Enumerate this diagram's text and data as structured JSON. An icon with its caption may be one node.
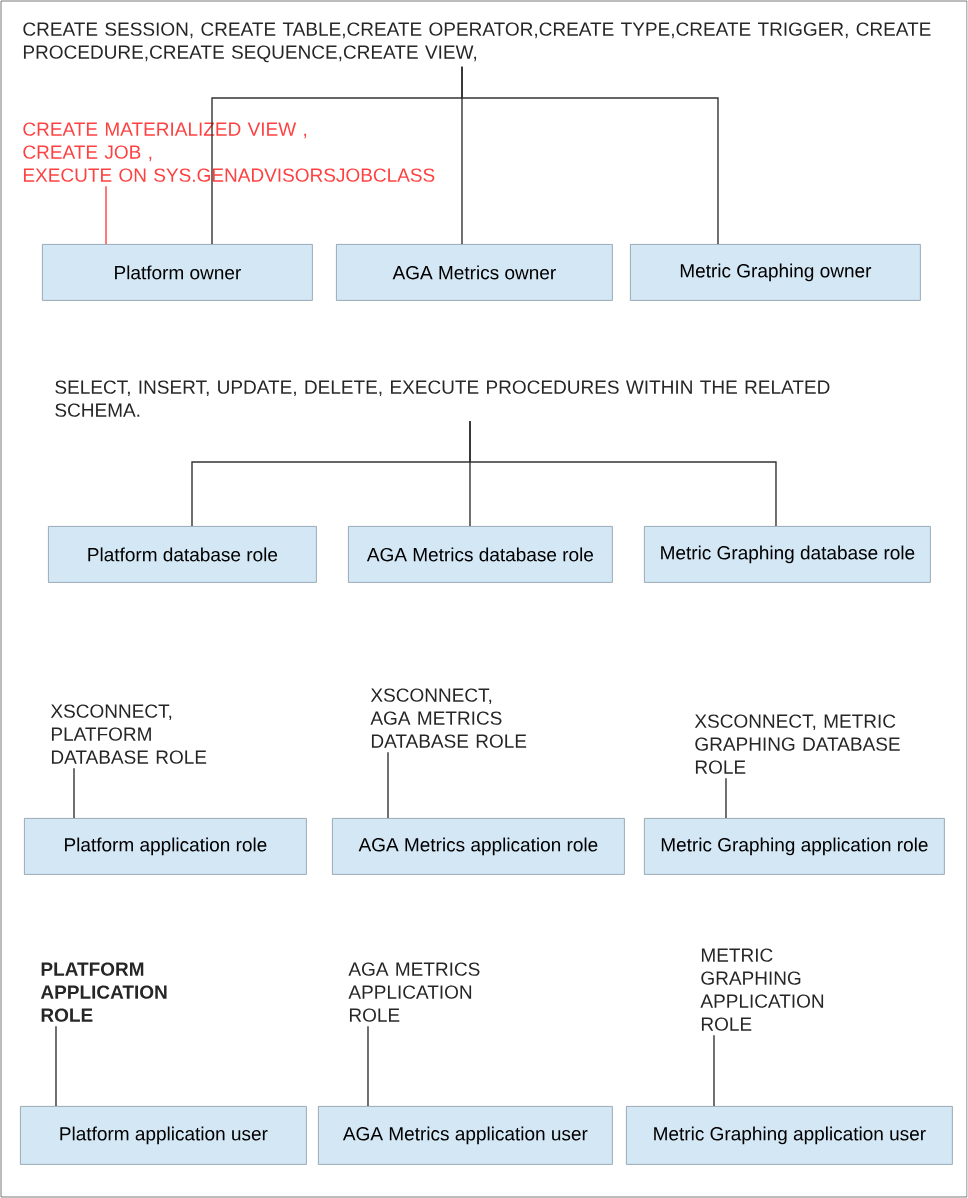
{
  "diagram": {
    "nodes": [
      {
        "text": [
          "CREATE SESSION, CREATE TABLE,CREATE OPERATOR,CREATE TYPE,CREATE TRIGGER, CREATE PROCEDURE,CREATE SEQUENCE,CREATE VIEW,"
        ]
      },
      {
        "text": [
          "CREATE MATERIALIZED VIEW ,",
          "CREATE JOB ,",
          "EXECUTE ON SYS.GENADVISORSJOBCLASS"
        ]
      },
      {
        "text": [
          "Platform owner"
        ]
      },
      {
        "text": [
          "AGA Metrics owner"
        ]
      },
      {
        "text": [
          "Metric Graphing owner"
        ]
      },
      {
        "text": [
          "SELECT, INSERT, UPDATE, DELETE, EXECUTE PROCEDURES WITHIN THE RELATED SCHEMA."
        ]
      },
      {
        "text": [
          "Platform database role"
        ]
      },
      {
        "text": [
          "AGA Metrics database role"
        ]
      },
      {
        "text": [
          "Metric Graphing database role"
        ]
      },
      {
        "text": [
          "XSCONNECT, PLATFORM DATABASE ROLE"
        ]
      },
      {
        "text": [
          "XSCONNECT, AGA METRICS DATABASE ROLE"
        ]
      },
      {
        "text": [
          "XSCONNECT, METRIC GRAPHING DATABASE ROLE"
        ]
      },
      {
        "text": [
          "Platform application role"
        ]
      },
      {
        "text": [
          "AGA Metrics application role"
        ]
      },
      {
        "text": [
          "Metric Graphing application role"
        ]
      },
      {
        "text": [
          "PLATFORM APPLICATION ROLE"
        ]
      },
      {
        "text": [
          "AGA METRICS APPLICATION ROLE"
        ]
      },
      {
        "text": [
          "METRIC GRAPHING APPLICATION ROLE"
        ]
      },
      {
        "text": [
          "Platform application user"
        ]
      },
      {
        "text": [
          "AGA Metrics application user"
        ]
      },
      {
        "text": [
          "Metric Graphing application user"
        ]
      }
    ],
    "edges": [
      {
        "from": 0,
        "to": 2,
        "arrow": "none"
      },
      {
        "from": 0,
        "to": 3,
        "arrow": "none"
      },
      {
        "from": 0,
        "to": 4,
        "arrow": "none"
      },
      {
        "from": 1,
        "to": 2,
        "arrow": "none",
        "color": "#ff4040"
      },
      {
        "from": 5,
        "to": 6,
        "arrow": "none"
      },
      {
        "from": 5,
        "to": 7,
        "arrow": "none"
      },
      {
        "from": 5,
        "to": 8,
        "arrow": "none"
      },
      {
        "from": 9,
        "to": 12,
        "arrow": "none"
      },
      {
        "from": 10,
        "to": 13,
        "arrow": "none"
      },
      {
        "from": 11,
        "to": 14,
        "arrow": "none"
      },
      {
        "from": 15,
        "to": 18,
        "arrow": "none"
      },
      {
        "from": 16,
        "to": 19,
        "arrow": "none"
      },
      {
        "from": 17,
        "to": 20,
        "arrow": "none"
      }
    ]
  }
}
